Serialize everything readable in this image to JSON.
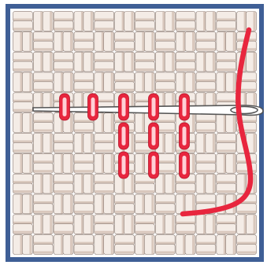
{
  "illustration": {
    "subject": "cross-stitch-on-woven-canvas",
    "colors": {
      "frame": "#3f5f96",
      "canvas_background": "#ffffff",
      "weave_light": "#f4ece6",
      "weave_shadow": "#d9c8bd",
      "weave_outline": "#8a7a72",
      "thread": "#e8263e",
      "thread_highlight": "#ffd0d6",
      "needle_fill": "#ffffff",
      "needle_outline": "#555555"
    },
    "weave": {
      "columns": 12,
      "rows": 12
    },
    "stitches": {
      "columns": [
        {
          "segments": 1
        },
        {
          "segments": 1
        },
        {
          "segments": 3
        },
        {
          "segments": 3
        },
        {
          "segments": 3
        }
      ]
    }
  }
}
